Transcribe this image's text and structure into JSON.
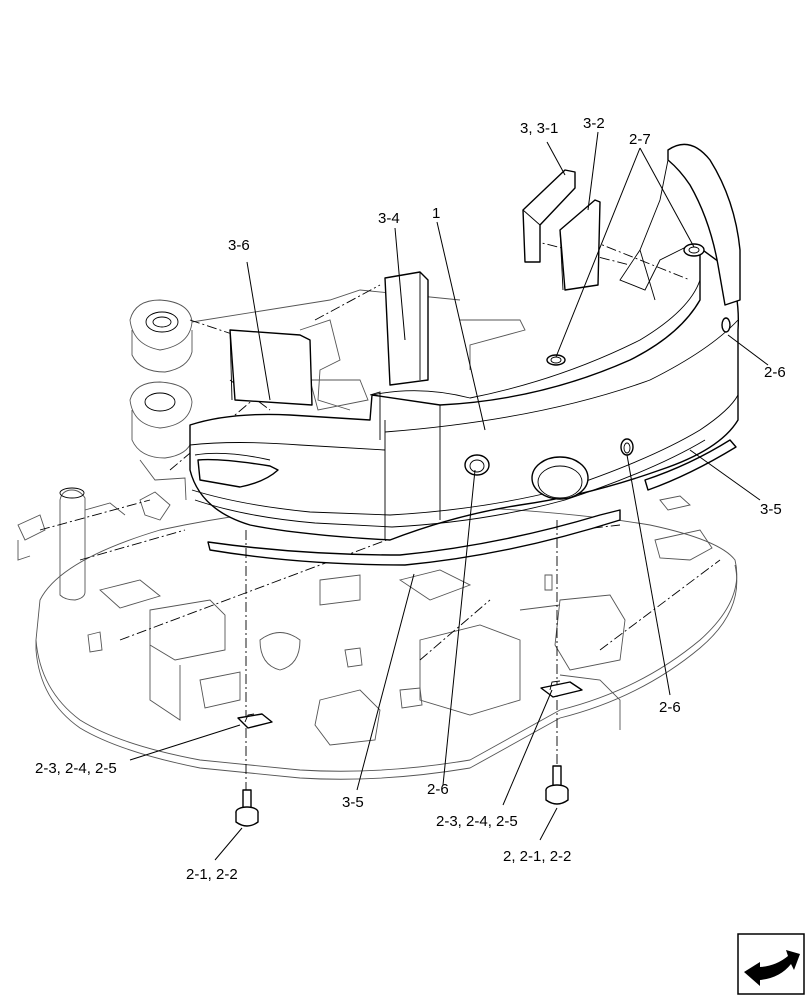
{
  "labels": {
    "l_3_3_1": "3, 3-1",
    "l_3_2": "3-2",
    "l_2_7": "2-7",
    "l_3_4": "3-4",
    "l_1": "1",
    "l_3_6": "3-6",
    "l_2_6_right": "2-6",
    "l_3_5_right": "3-5",
    "l_2_6_lowright": "2-6",
    "l_2_3_left": "2-3, 2-4, 2-5",
    "l_3_5_bottom": "3-5",
    "l_2_6_bottom": "2-6",
    "l_2_3_right": "2-3, 2-4, 2-5",
    "l_2_2_1": "2, 2-1, 2-2",
    "l_2_1_left": "2-1, 2-2"
  },
  "colors": {
    "ink": "#000000",
    "paper": "#ffffff"
  },
  "nav_icon": "return-arrow-icon"
}
